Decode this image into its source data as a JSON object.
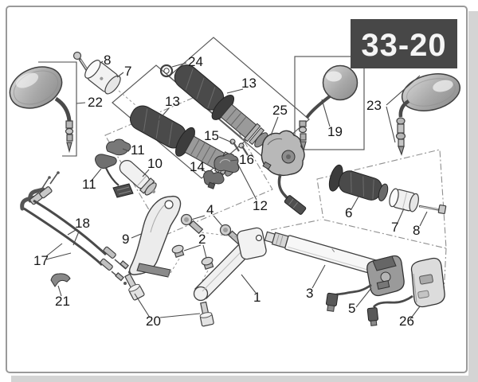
{
  "page": {
    "code": "33-20",
    "bg_color": "#ffffff",
    "frame_color": "#9a9a9a",
    "shadow_color": "#d4d4d4",
    "code_box_color": "#474747",
    "code_text_color": "#f5f5f5",
    "line_color": "#404040"
  },
  "callouts": {
    "c1": "1",
    "c2": "2",
    "c3": "3",
    "c4": "4",
    "c5": "5",
    "c6": "6",
    "c7_left": "7",
    "c7_right": "7",
    "c8_left": "8",
    "c8_right": "8",
    "c9": "9",
    "c10": "10",
    "c11_upper": "11",
    "c11_lower": "11",
    "c12": "12",
    "c13_left": "13",
    "c13_right": "13",
    "c14": "14",
    "c15": "15",
    "c16": "16",
    "c17": "17",
    "c18": "18",
    "c19": "19",
    "c20": "20",
    "c21": "21",
    "c22": "22",
    "c23": "23",
    "c24": "24",
    "c25": "25",
    "c26": "26"
  }
}
